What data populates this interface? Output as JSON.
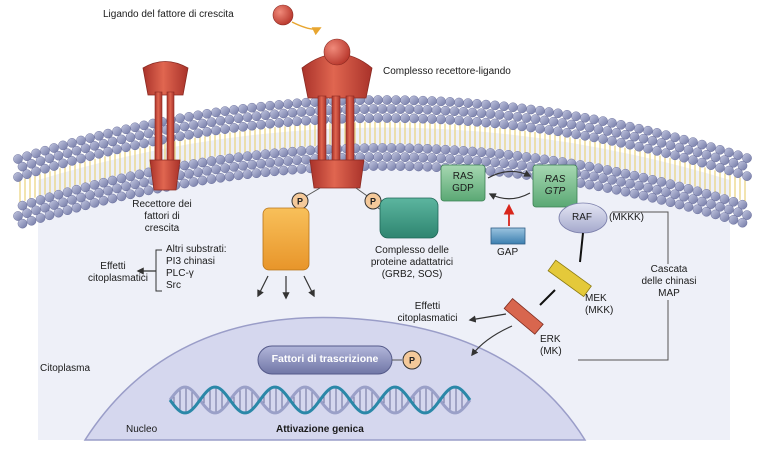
{
  "labels": {
    "ligand": "Ligando del fattore di crescita",
    "complex": "Complesso recettore-ligando",
    "receptor": [
      "Recettore dei",
      "fattori di",
      "crescita"
    ],
    "substrates": [
      "Altri substrati:",
      "PI3 chinasi",
      "PLC-γ",
      "Src"
    ],
    "cyto_effects_left": [
      "Effetti",
      "citoplasmatici"
    ],
    "adapter": [
      "Complesso delle",
      "proteine adattatrici",
      "(GRB2, SOS)"
    ],
    "ras_gdp": [
      "RAS",
      "GDP"
    ],
    "ras_gtp": [
      "RAS",
      "GTP"
    ],
    "gap": "GAP",
    "raf": "RAF",
    "mkkk": "(MKKK)",
    "mek": [
      "MEK",
      "(MKK)"
    ],
    "erk": [
      "ERK",
      "(MK)"
    ],
    "cascade": [
      "Cascata",
      "delle chinasi",
      "MAP"
    ],
    "cyto_effects_mid": [
      "Effetti",
      "citoplasmatici"
    ],
    "transcription": "Fattori di trascrizione",
    "p": "P",
    "cytoplasm": "Citoplasma",
    "nucleus": "Nucleo",
    "gene_activation": "Attivazione genica"
  },
  "colors": {
    "receptor": "#c9473a",
    "lipid_head": "#8d93b8",
    "tail": "#e8d27a",
    "cytoplasm": "#eef0f8",
    "nucleus": "#d2d4ec",
    "adapter": "#3d9a85",
    "orange": "#f2a93b",
    "ras": "#74b987",
    "phosphate": "#f4c99a",
    "dna1": "#2b88a8",
    "dna2": "#9aa0c8"
  }
}
